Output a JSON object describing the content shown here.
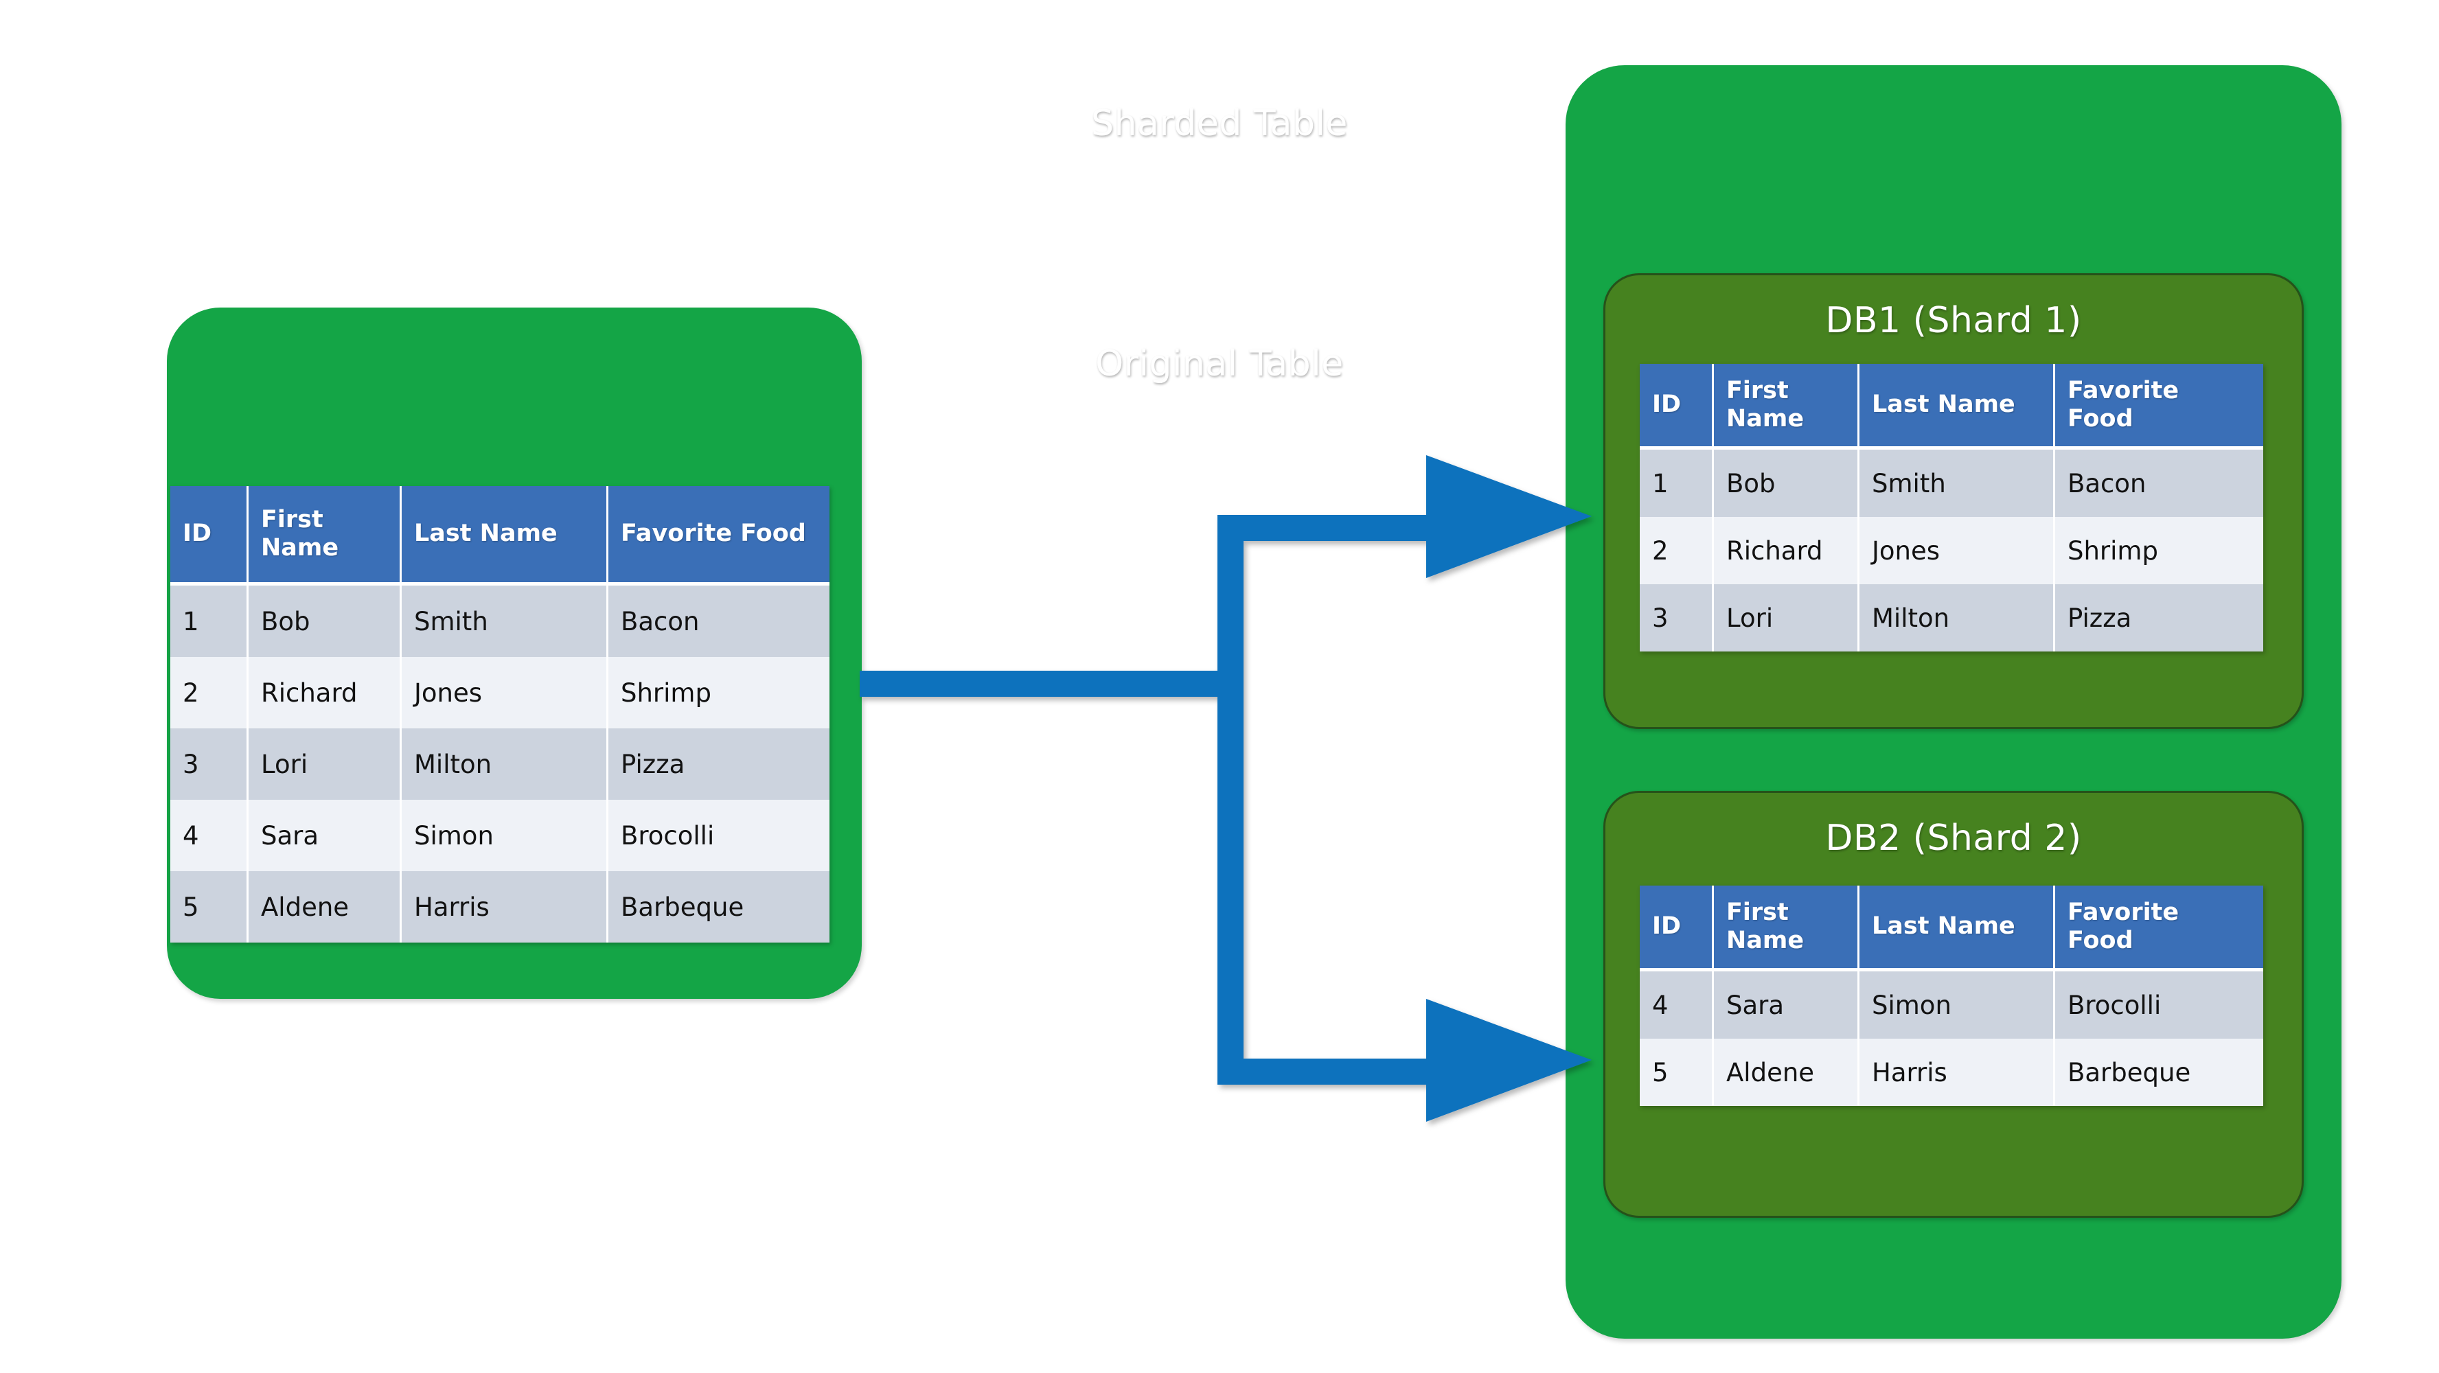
{
  "diagram": {
    "title_original": "Original Table",
    "title_sharded": "Sharded Table",
    "colors": {
      "card_green": "#14a546",
      "shard_green": "#46821f",
      "header_blue": "#3a6fb7",
      "arrow_blue": "#1072bd",
      "row_odd": "#ccd3de",
      "row_even": "#eff2f7",
      "background": "#ffffff"
    }
  },
  "columns": [
    "ID",
    "First Name",
    "Last Name",
    "Favorite Food"
  ],
  "original_table": {
    "title": "Original Table",
    "rows": [
      {
        "id": "1",
        "first": "Bob",
        "last": "Smith",
        "food": "Bacon"
      },
      {
        "id": "2",
        "first": "Richard",
        "last": "Jones",
        "food": "Shrimp"
      },
      {
        "id": "3",
        "first": "Lori",
        "last": "Milton",
        "food": "Pizza"
      },
      {
        "id": "4",
        "first": "Sara",
        "last": "Simon",
        "food": "Brocolli"
      },
      {
        "id": "5",
        "first": "Aldene",
        "last": "Harris",
        "food": "Barbeque"
      }
    ]
  },
  "shards": [
    {
      "title": "DB1 (Shard 1)",
      "rows": [
        {
          "id": "1",
          "first": "Bob",
          "last": "Smith",
          "food": "Bacon"
        },
        {
          "id": "2",
          "first": "Richard",
          "last": "Jones",
          "food": "Shrimp"
        },
        {
          "id": "3",
          "first": "Lori",
          "last": "Milton",
          "food": "Pizza"
        }
      ]
    },
    {
      "title": "DB2 (Shard 2)",
      "rows": [
        {
          "id": "4",
          "first": "Sara",
          "last": "Simon",
          "food": "Brocolli"
        },
        {
          "id": "5",
          "first": "Aldene",
          "last": "Harris",
          "food": "Barbeque"
        }
      ]
    }
  ]
}
